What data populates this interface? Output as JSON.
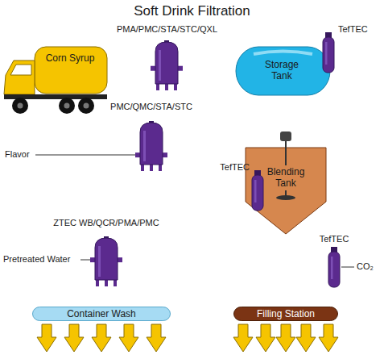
{
  "diagram": {
    "title": "Soft Drink Filtration",
    "nodes": [
      {
        "text": [
          "Corn Syrup"
        ]
      },
      {
        "text": [
          "PMA/PMC/STA/STC/QXL"
        ]
      },
      {
        "text": [
          "Storage Tank"
        ]
      },
      {
        "text": [
          "TefTEC"
        ]
      },
      {
        "text": [
          "PMC/QMC/STA/STC"
        ]
      },
      {
        "text": [
          "Blending Tank"
        ]
      },
      {
        "text": [
          "TefTEC"
        ]
      },
      {
        "text": [
          "ZTEC WB/QCR/PMA/PMC"
        ]
      },
      {
        "text": [
          "Container Wash"
        ]
      },
      {
        "text": [
          "TefTEC"
        ]
      },
      {
        "text": [
          "Filling Station"
        ]
      }
    ],
    "edges": [
      {
        "from": 0,
        "to": 1,
        "arrow": "to"
      },
      {
        "from": 1,
        "to": 2,
        "arrow": "to"
      },
      {
        "from": 2,
        "to": 5,
        "arrow": "to"
      },
      {
        "from": 4,
        "to": 5,
        "arrow": "to"
      },
      {
        "from": 7,
        "to": 5,
        "arrow": "to"
      },
      {
        "from": 7,
        "to": 8,
        "arrow": "to"
      },
      {
        "from": 5,
        "to": 10,
        "arrow": "to"
      },
      {
        "from": 9,
        "to": 10,
        "arrow": "to"
      }
    ],
    "labels": [
      "Flavor",
      "Pretreated Water",
      "CO₂"
    ]
  }
}
